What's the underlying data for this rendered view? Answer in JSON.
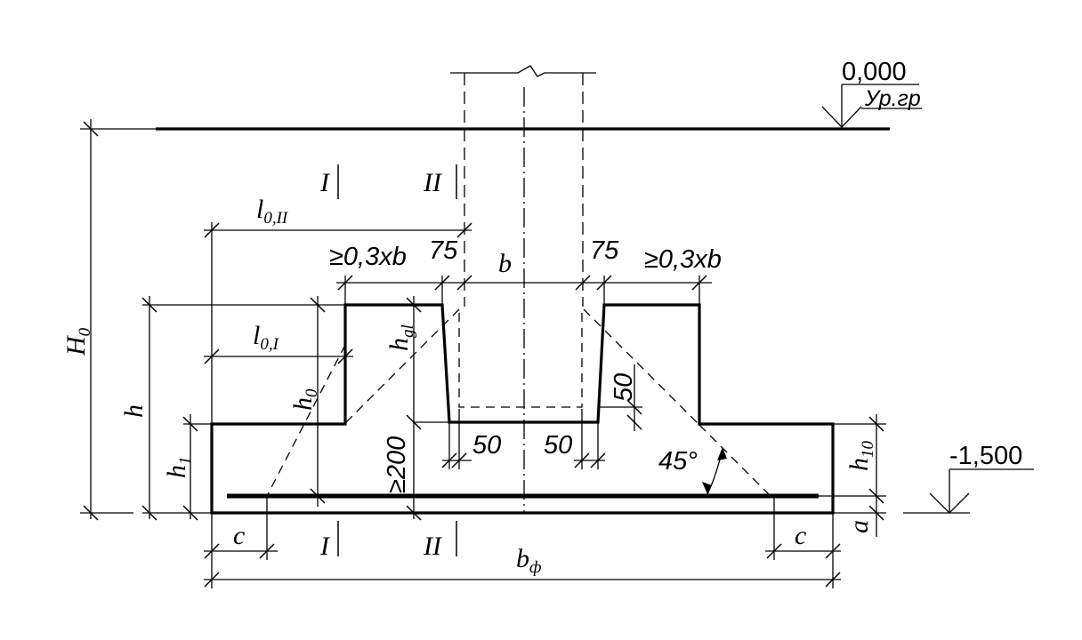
{
  "levels": {
    "ground_value": "0,000",
    "ground_label": "Ур.гр",
    "base_value": "-1,500"
  },
  "section_marks": {
    "section_1": "I",
    "section_2": "II"
  },
  "dimensions": {
    "H0_main": "H",
    "H0_sub": "0",
    "h": "h",
    "h1_main": "h",
    "h1_sub": "1",
    "h0_main": "h",
    "h0_sub": "0",
    "hgl_main": "h",
    "hgl_sub": "gl",
    "l0II_main": "l",
    "l0II_sub": "0,II",
    "l0I_main": "l",
    "l0I_sub": "0,I",
    "ge_03b_left": "≥0,3xb",
    "ge_03b_right": "≥0,3xb",
    "gap_75_left": "75",
    "gap_75_right": "75",
    "b": "b",
    "gap_50_vertical": "50",
    "gap_50_left": "50",
    "gap_50_right": "50",
    "ge_200": "≥200",
    "angle": "45°",
    "h10_main": "h",
    "h10_sub": "10",
    "a": "a",
    "c_left": "c",
    "c_right": "c",
    "bf_main": "b",
    "bf_sub": "ф"
  }
}
